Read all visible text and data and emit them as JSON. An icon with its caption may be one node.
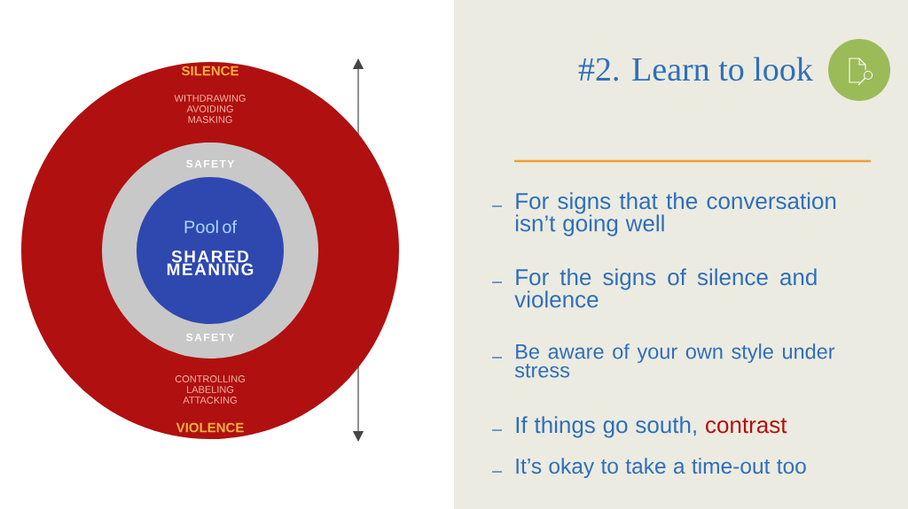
{
  "diagram": {
    "title": "#2.  Learn to look",
    "nodes": [
      {
        "text": [
          "SILENCE",
          "WITHDRAWING AVOIDING MASKING",
          "CONTROLLING LABELING ATTACKING",
          "VIOLENCE"
        ]
      },
      {
        "text": [
          "SAFETY",
          "SAFETY"
        ],
        "in": 0
      },
      {
        "text": [
          "Pool of",
          "SHARED MEANING"
        ],
        "in": 1
      }
    ],
    "labels": [
      "For signs that the conversation isn’t going well",
      "For the signs of silence and violence",
      "Be aware of your own style under stress",
      "If things go south,",
      "contrast",
      "It’s okay to take a time-out too"
    ]
  }
}
